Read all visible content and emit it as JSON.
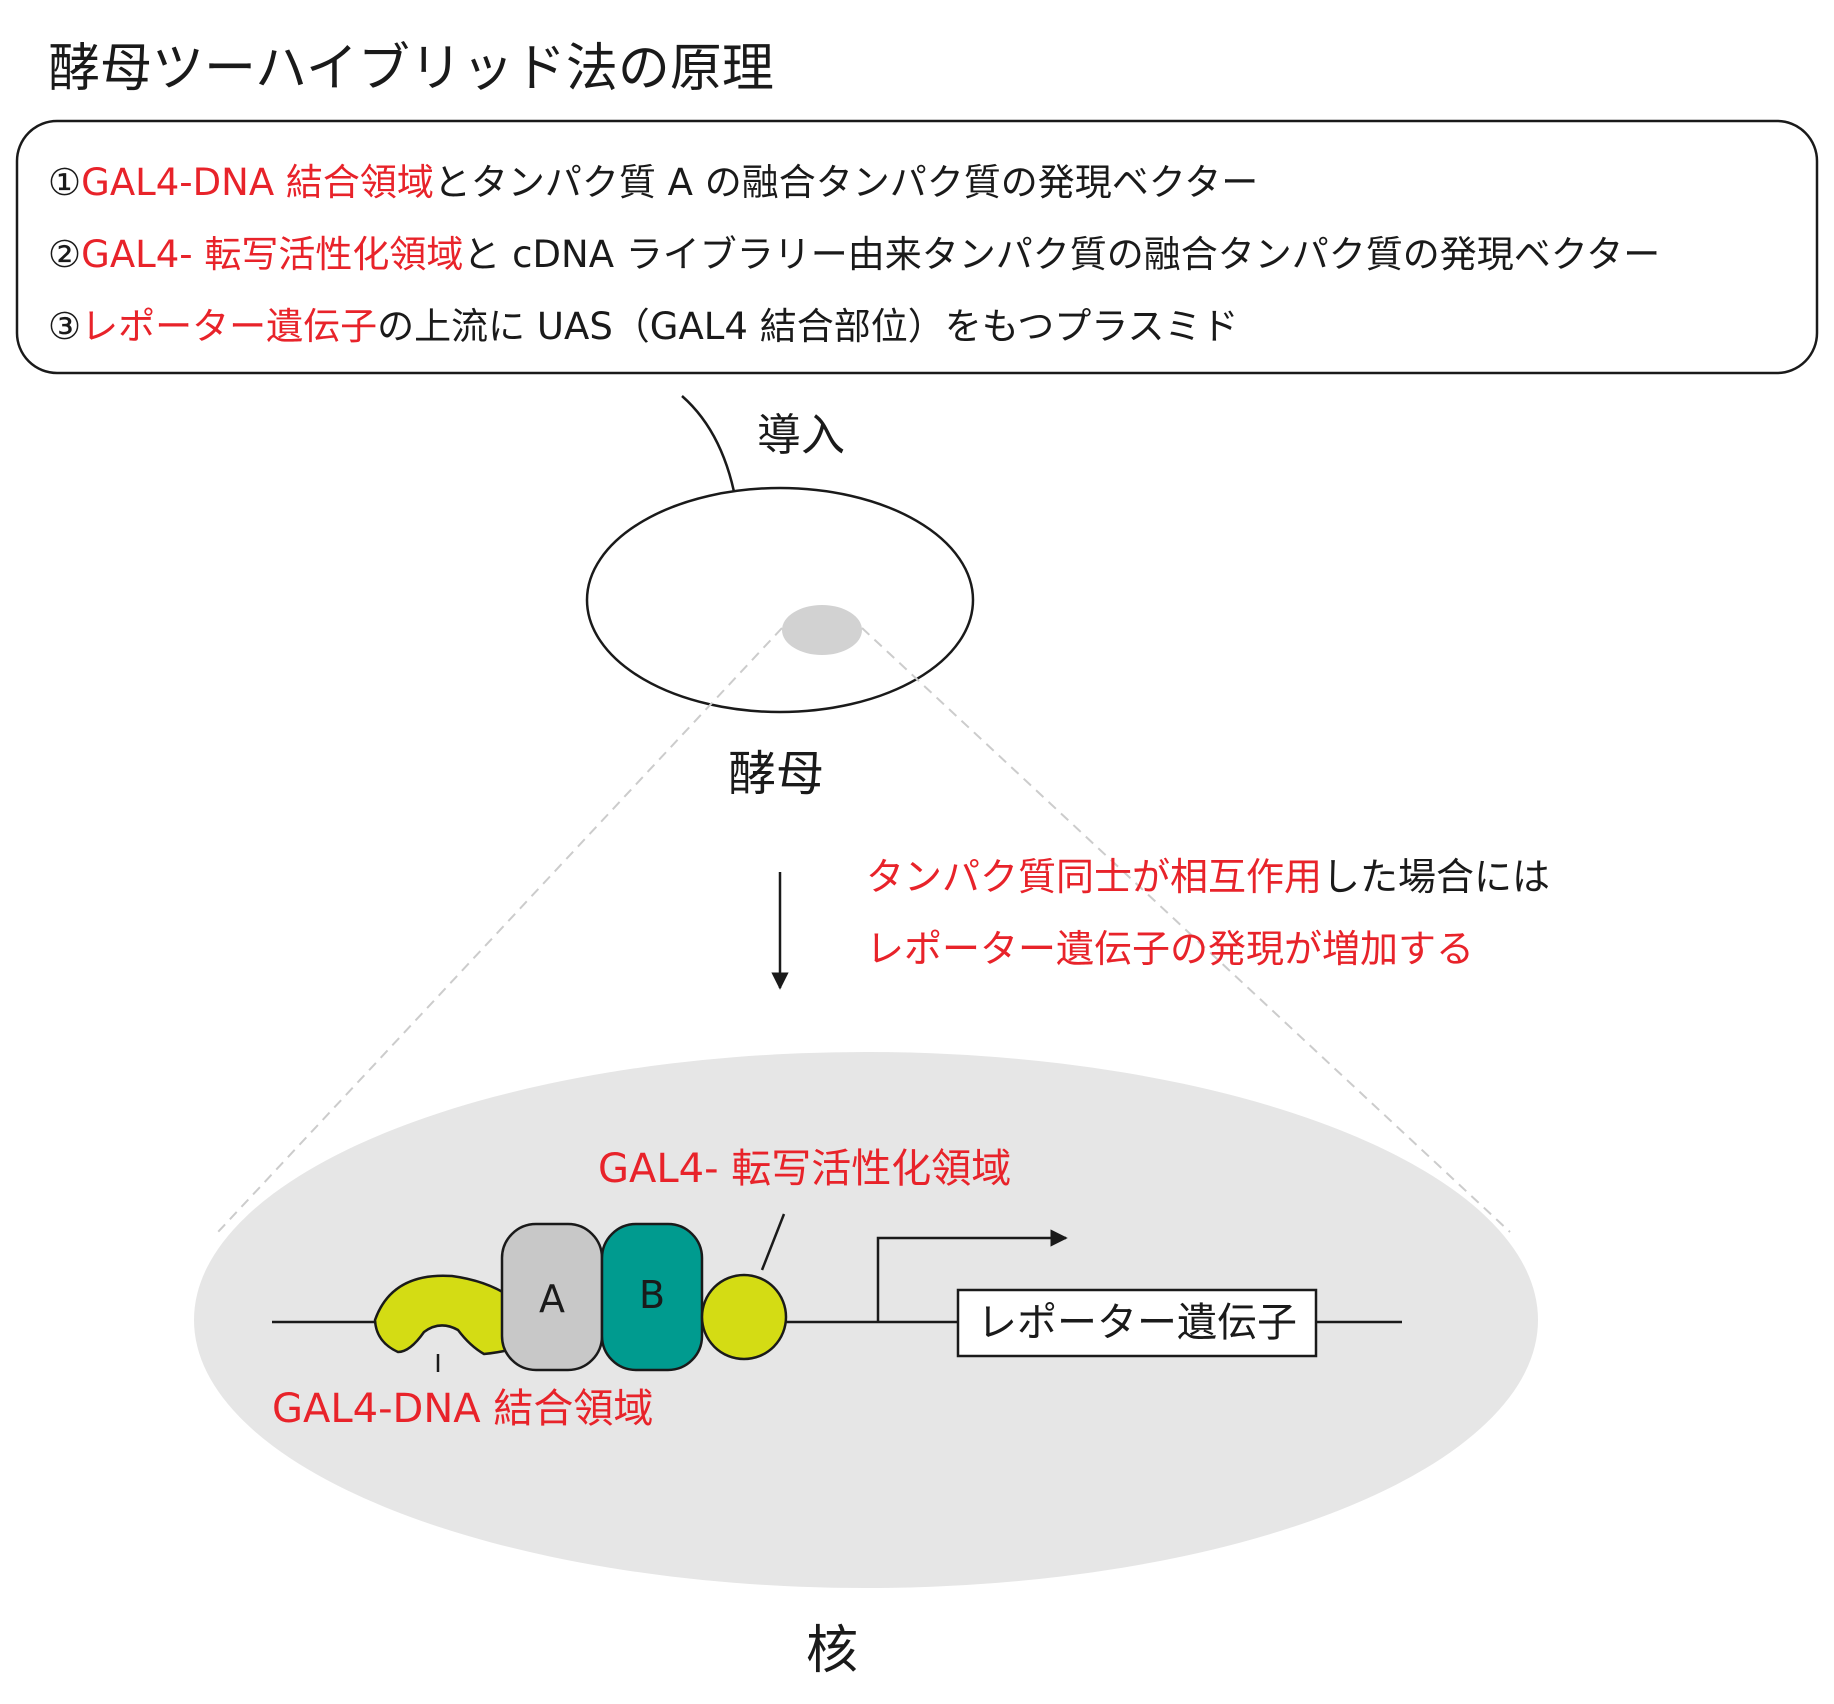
{
  "title": "酵母ツーハイブリッド法の原理",
  "colors": {
    "red": "#e8232a",
    "text": "#1a1a1a",
    "nucleus": "#e6e6e6",
    "yeast_nucleus": "#d2d2d2",
    "protein_a": "#c8c8c8",
    "protein_b": "#009b8f",
    "domain_yellow": "#d4dc14"
  },
  "vectors": [
    {
      "num": "①",
      "red": "GAL4-DNA 結合領域",
      "rest": "とタンパク質 A の融合タンパク質の発現ベクター"
    },
    {
      "num": "②",
      "red": "GAL4- 転写活性化領域",
      "rest": "と cDNA ライブラリー由来タンパク質の融合タンパク質の発現ベクター"
    },
    {
      "num": "③",
      "red": "レポーター遺伝子",
      "rest": "の上流に UAS（GAL4 結合部位）をもつプラスミド"
    }
  ],
  "intro_label": "導入",
  "yeast_label": "酵母",
  "interaction_note": {
    "line1_red": "タンパク質同士が相互作用",
    "line1_rest": "した場合には",
    "line2_red": "レポーター遺伝子の発現が増加する"
  },
  "nucleus": {
    "label": "核",
    "protein_a": "A",
    "protein_b": "B",
    "activation_domain_label": "GAL4- 転写活性化領域",
    "dna_binding_domain_label": "GAL4-DNA 結合領域",
    "reporter_gene": "レポーター遺伝子"
  }
}
